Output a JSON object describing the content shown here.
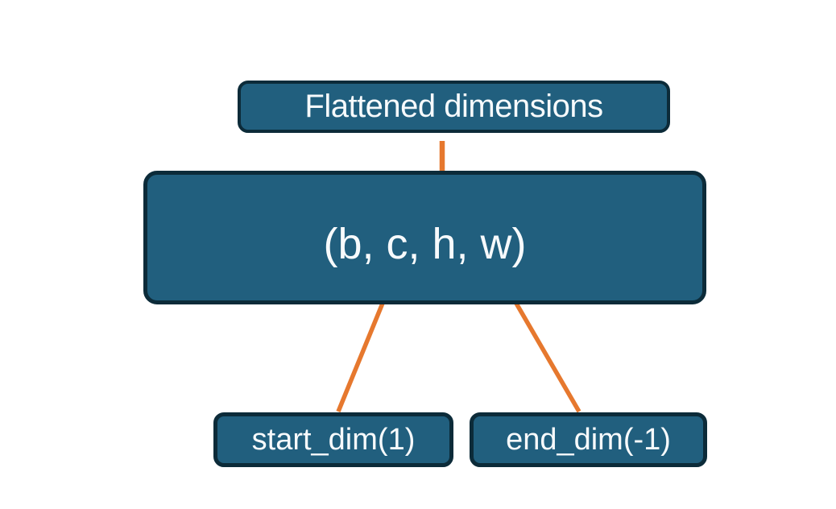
{
  "diagram": {
    "title_box": {
      "label": "Flattened dimensions"
    },
    "tensor_box": {
      "label": "(b, c, h, w)"
    },
    "start_box": {
      "label": "start_dim(1)"
    },
    "end_box": {
      "label": "end_dim(-1)"
    }
  },
  "colors": {
    "box_fill": "#215f7e",
    "box_border": "#0c2b39",
    "accent_orange": "#e6782e",
    "text_color": "#f7fafc",
    "bg_color": "#ffffff"
  }
}
